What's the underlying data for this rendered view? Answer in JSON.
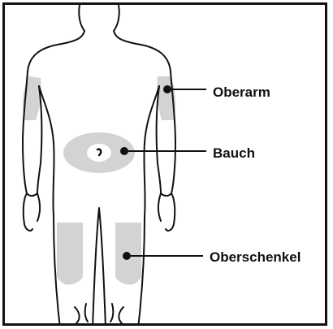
{
  "colors": {
    "outline": "#111111",
    "injection_zone": "#d3d3d3",
    "leader_line": "#111111",
    "background": "#ffffff"
  },
  "labels": {
    "upper_arm": "Oberarm",
    "abdomen": "Bauch",
    "thigh": "Oberschenkel"
  }
}
